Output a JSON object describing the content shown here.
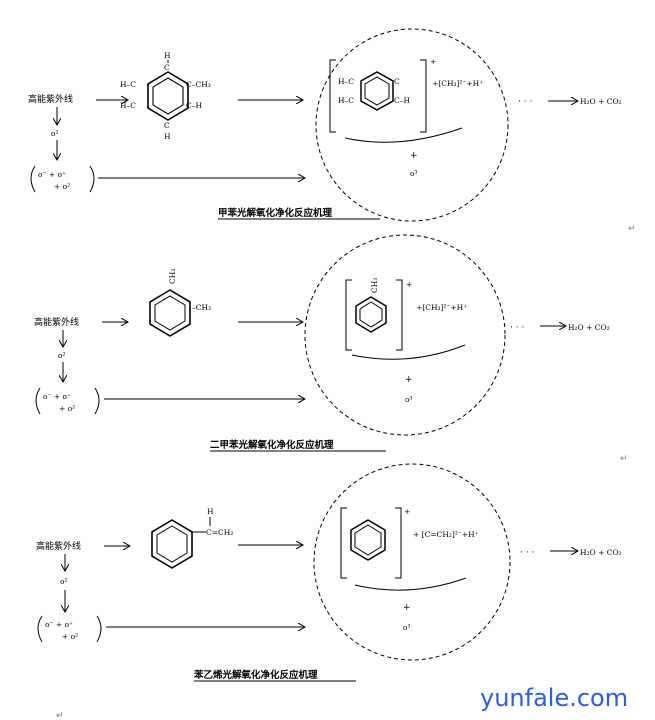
{
  "common": {
    "uv_label": "高能紫外线",
    "o2_label": "o²",
    "ions_line1": "o⁻ + o⁺",
    "ions_line2": "+ o²",
    "products": "H₂O + CO₂",
    "dots": "· · ·",
    "plus": "+",
    "ozone": "o³",
    "para_mark": "↵"
  },
  "diagrams": [
    {
      "caption": "甲苯光解氧化净化反应机理",
      "ring_labels": [
        "H–C",
        "C–CH₃",
        "H–C",
        "C–H"
      ],
      "top_c": "C",
      "top_h": "H",
      "bot_c": "C",
      "bot_h": "H",
      "inner_labels": [
        "H–C",
        "C",
        "H–C",
        "C–H"
      ],
      "radical": "+[CH₃]²⁻+H⁺",
      "sup_plus": "+"
    },
    {
      "caption": "二甲苯光解氧化净化反应机理",
      "ch3_top": "CH₃",
      "ch3_side": "–CH₃",
      "inner_ch3": "CH₃",
      "radical": "+[CH₃]²⁻+H⁺",
      "sup_plus": "+"
    },
    {
      "caption": "苯乙烯光解氧化净化反应机理",
      "vinyl_h": "H",
      "vinyl_chain": "C=CH₂",
      "radical": "+ [C=CH₂]²⁻+H⁺",
      "sup_plus": "+"
    }
  ],
  "watermark": "yunfale.com"
}
